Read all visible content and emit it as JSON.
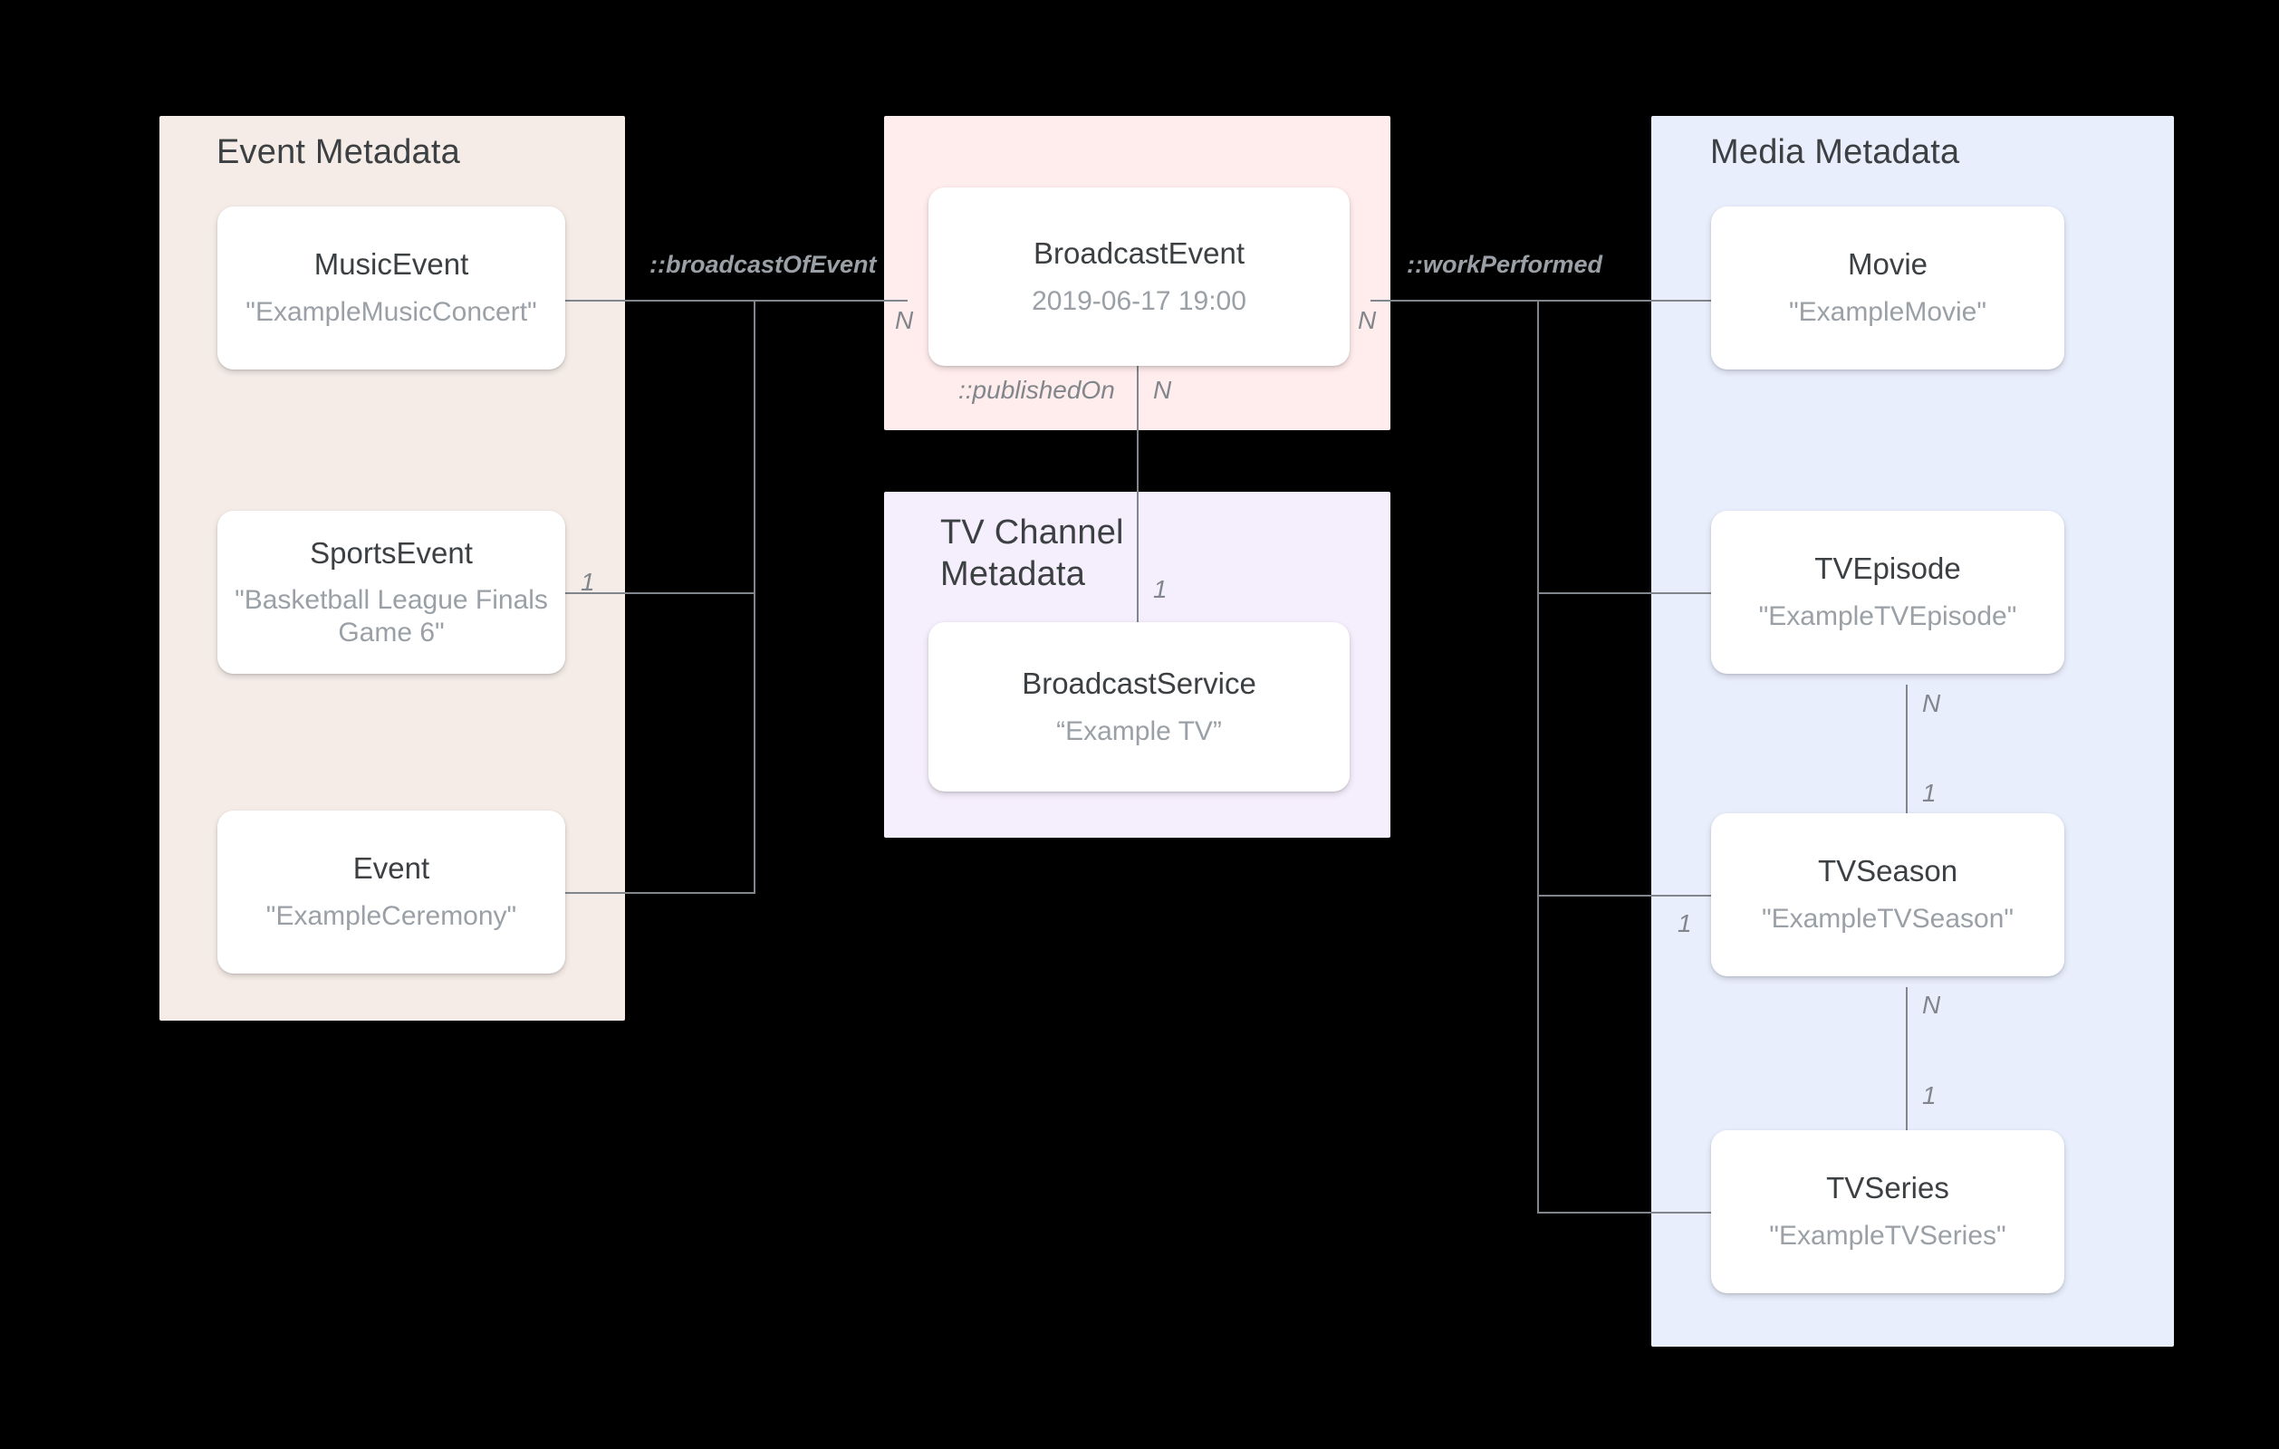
{
  "groups": [
    {
      "id": "event_metadata",
      "title": "Event Metadata",
      "color": "#f5ece7"
    },
    {
      "id": "broadcast_event",
      "title": "",
      "color": "#ffecec"
    },
    {
      "id": "tv_channel",
      "title": "TV Channel\nMetadata",
      "color": "#f5eefc"
    },
    {
      "id": "media_metadata",
      "title": "Media Metadata",
      "color": "#e8eefc"
    }
  ],
  "entities": {
    "music_event": {
      "type": "MusicEvent",
      "value": "\"ExampleMusicConcert\""
    },
    "sports_event": {
      "type": "SportsEvent",
      "value": "\"Basketball League Finals Game 6\""
    },
    "event": {
      "type": "Event",
      "value": "\"ExampleCeremony\""
    },
    "broadcast_event": {
      "type": "BroadcastEvent",
      "value": "2019-06-17 19:00"
    },
    "broadcast_service": {
      "type": "BroadcastService",
      "value": "“Example TV”"
    },
    "movie": {
      "type": "Movie",
      "value": "\"ExampleMovie\""
    },
    "tv_episode": {
      "type": "TVEpisode",
      "value": "\"ExampleTVEpisode\""
    },
    "tv_season": {
      "type": "TVSeason",
      "value": "\"ExampleTVSeason\""
    },
    "tv_series": {
      "type": "TVSeries",
      "value": "\"ExampleTVSeries\""
    }
  },
  "relations": {
    "broadcast_of_event": "::broadcastOfEvent",
    "published_on": "::publishedOn",
    "work_performed": "::workPerformed"
  },
  "cardinality": {
    "broadcast_left_n": "N",
    "broadcast_right_n": "N",
    "sports_event_one": "1",
    "published_on_n": "N",
    "broadcast_service_one": "1",
    "episode_season_n": "N",
    "episode_season_one": "1",
    "season_left_one": "1",
    "season_series_n": "N",
    "season_series_one": "1"
  },
  "colors": {
    "background": "#000000",
    "line": "#80868b",
    "card_bg": "#ffffff",
    "type_text": "#3c4043",
    "value_text": "#9aa0a6"
  }
}
